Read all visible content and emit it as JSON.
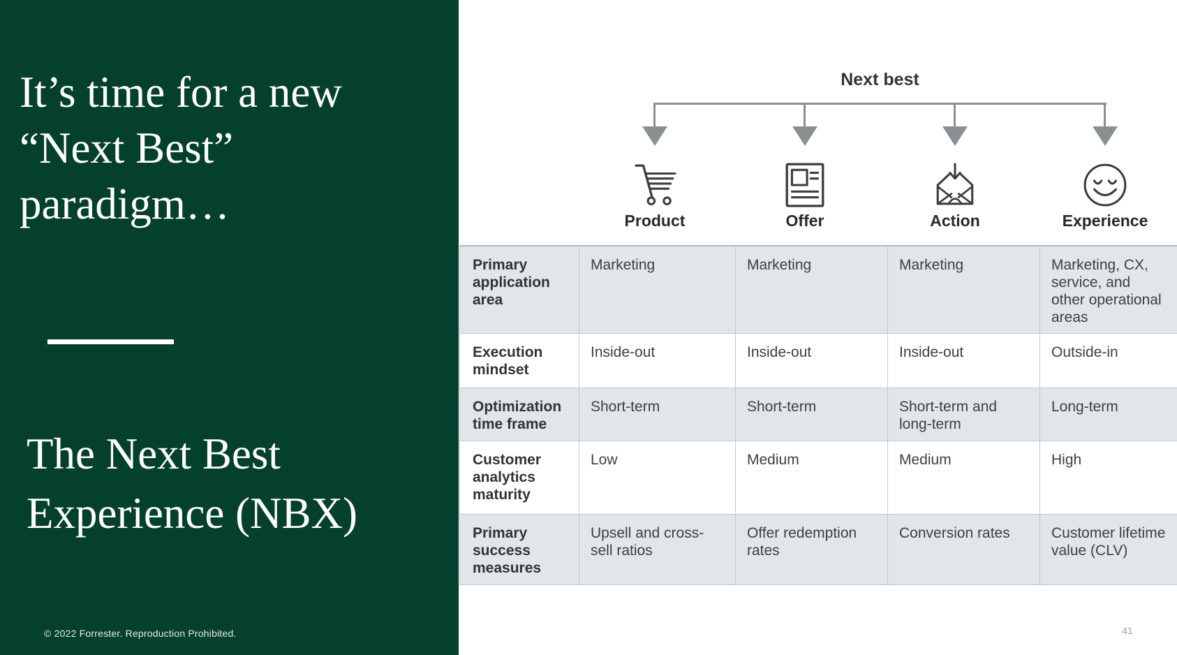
{
  "colors": {
    "panel_green": "#053f2e",
    "connector_gray": "#8a8f92",
    "table_alt_row_bg": "#e2e6e9",
    "table_border": "#c2c7ca",
    "icon_stroke": "#3a3e41",
    "heading_text": "#ffffff",
    "body_text": "#3c4043"
  },
  "left_panel": {
    "title_lines": [
      "It’s time for a new",
      "“Next Best”",
      "paradigm…"
    ],
    "subtitle_lines": [
      "The Next Best",
      "Experience (NBX)"
    ],
    "copyright": "© 2022 Forrester. Reproduction Prohibited."
  },
  "page_number": "41",
  "diagram": {
    "root_label": "Next best",
    "branches": [
      {
        "label": "Product",
        "icon": "shopping-cart-icon"
      },
      {
        "label": "Offer",
        "icon": "offer-sheet-icon"
      },
      {
        "label": "Action",
        "icon": "open-envelope-download-icon"
      },
      {
        "label": "Experience",
        "icon": "smiley-face-icon"
      }
    ]
  },
  "table": {
    "rows": [
      {
        "header": "Primary application area",
        "cells": [
          "Marketing",
          "Marketing",
          "Marketing",
          "Marketing, CX, service, and other operational areas"
        ]
      },
      {
        "header": "Execution mindset",
        "cells": [
          "Inside-out",
          "Inside-out",
          "Inside-out",
          "Outside-in"
        ]
      },
      {
        "header": "Optimization time frame",
        "cells": [
          "Short-term",
          "Short-term",
          "Short-term and long-term",
          "Long-term"
        ]
      },
      {
        "header": "Customer analytics maturity",
        "cells": [
          "Low",
          "Medium",
          "Medium",
          "High"
        ]
      },
      {
        "header": "Primary success measures",
        "cells": [
          "Upsell and cross-sell ratios",
          "Offer redemption rates",
          "Conversion rates",
          "Customer lifetime value (CLV)"
        ]
      }
    ]
  }
}
